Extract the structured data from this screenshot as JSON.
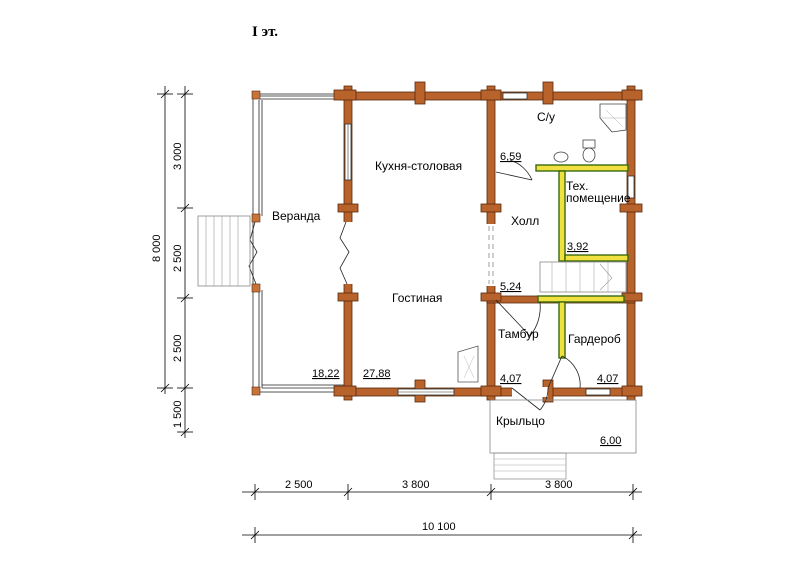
{
  "title": "I эт.",
  "rooms": {
    "veranda": "Веранда",
    "kitchen": "Кухня-столовая",
    "living": "Гостиная",
    "bathroom": "С/у",
    "tech_line1": "Тех.",
    "tech_line2": "помещение",
    "hall": "Холл",
    "vestibule": "Тамбур",
    "wardrobe": "Гардероб",
    "porch": "Крыльцо"
  },
  "areas": {
    "veranda": "18,22",
    "living": "27,88",
    "bathroom": "6,59",
    "tech": "3,92",
    "hall": "5,24",
    "vestibule": "4,07",
    "wardrobe": "4,07",
    "porch": "6,00"
  },
  "dimensions": {
    "bottom_segments": [
      "2 500",
      "3 800",
      "3 800"
    ],
    "bottom_total": "10 100",
    "left_segments": [
      "3 000",
      "2 500",
      "2 500",
      "1 500"
    ],
    "left_total": "8 000"
  },
  "colors": {
    "wall": "#b8622c",
    "partition": "#f0e040"
  }
}
